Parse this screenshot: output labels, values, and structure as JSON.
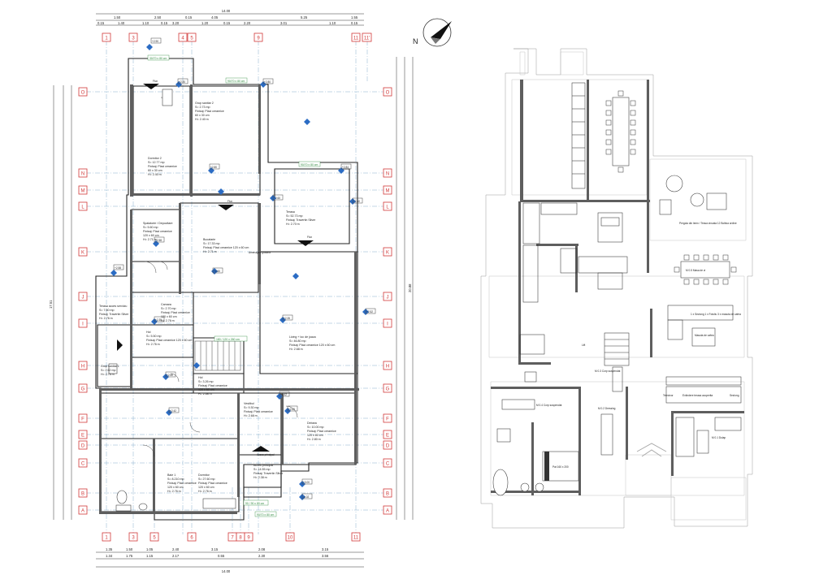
{
  "drawing": {
    "ground_plan": {
      "grid_top": [
        "1",
        "3",
        "4",
        "5",
        "9",
        "11",
        "11'"
      ],
      "grid_bottom": [
        "1",
        "3",
        "5",
        "6",
        "7",
        "8",
        "9",
        "10",
        "11"
      ],
      "grid_left": [
        "O",
        "N",
        "M",
        "L",
        "K",
        "J",
        "I",
        "H",
        "G",
        "F",
        "E",
        "D",
        "C",
        "B",
        "A"
      ],
      "grid_right": [
        "O",
        "N",
        "M",
        "L",
        "K",
        "J",
        "I",
        "H",
        "G",
        "F",
        "E",
        "D",
        "C",
        "B",
        "A"
      ],
      "top_total_dim": "14.00",
      "top_dims": [
        "1.50",
        "2.50",
        "0.15",
        "4.05",
        "5.25",
        "1.55"
      ],
      "top_dims_row2": [
        "0.15",
        "1.40",
        "1.10",
        "0.15",
        "3.20",
        "1.20",
        "0.15",
        "2.20",
        "3.01",
        "1.10",
        "0.15"
      ],
      "bottom_dims": [
        "1.35",
        "1.50",
        "1.05",
        "2.40",
        "3.15",
        "2.08",
        "3.15"
      ],
      "bottom_dims_row2": [
        "1.34",
        "1.75",
        "1.15",
        "2.17",
        "0.55",
        "2.30",
        "3.56"
      ],
      "bottom_total_dim": "14.00",
      "left_total_dim": "17.51",
      "right_total_dim": "20.88",
      "rooms": [
        {
          "name": "Grup sanitar 2",
          "lines": [
            "S= 2.73 mp",
            "Finisaj: Placi ceramice",
            "60 x 30 cm",
            "H= 2.40 m"
          ]
        },
        {
          "name": "Dormitor 2",
          "lines": [
            "S= 12.77 mp",
            "Finisaj: Placi ceramice",
            "60 x 30 cm",
            "H= 2.40 m"
          ]
        },
        {
          "name": "Terasa",
          "lines": [
            "S= 52.73 mp",
            "Finisaj: Travertin Silver",
            "H= 2.70 m"
          ]
        },
        {
          "name": "Spalatorie / Depozitare",
          "lines": [
            "S= 5.60 mp",
            "Finisaj: Placi ceramice",
            "120 x 60 cm",
            "H= 2.71 m"
          ]
        },
        {
          "name": "Bucatarie",
          "lines": [
            "S= 17.33 mp",
            "Finisaj: Placi ceramice 120 x 60 cm",
            "H= 2.71 m"
          ]
        },
        {
          "name": "Camara",
          "lines": [
            "S= 2.70 mp",
            "Finisaj: Placi ceramice",
            "120 x 60 cm",
            "H= 2.76 m"
          ]
        },
        {
          "name": "Terasa acces serviciu",
          "lines": [
            "S= 7.60 mp",
            "Finisaj: Travertin Silver",
            "H= 2.76 m"
          ]
        },
        {
          "name": "Hol",
          "lines": [
            "S= 5.50 mp",
            "Finisaj: Placi ceramice 120 x 60 cm",
            "H= 2.76 m"
          ]
        },
        {
          "name": "Grup sanitar 1",
          "lines": [
            "S= 2.62 mp",
            "H= 2.76 m"
          ]
        },
        {
          "name": "Living + loc de joaca",
          "lines": [
            "S= 46.80 mp",
            "Finisaj: Placi ceramice 120 x 60 cm",
            "H= 2.68 m"
          ]
        },
        {
          "name": "Hol",
          "lines": [
            "S= 3.26 mp",
            "Finisaj: Placi ceramice",
            "120 x 60 cm",
            "H= 2.68 m"
          ]
        },
        {
          "name": "Vestibul",
          "lines": [
            "S= 9.30 mp",
            "Finisaj: Placi ceramice",
            "H= 2.68 m"
          ]
        },
        {
          "name": "Debara",
          "lines": [
            "S= 10.00 mp",
            "Finisaj: Placi ceramice",
            "120 x 60 cm",
            "H= 2.80 m"
          ]
        },
        {
          "name": "Baie 1",
          "lines": [
            "S= 8.210 mp",
            "Finisaj: Placi ceramice",
            "120 x 60 cm",
            "H= 2.76 m"
          ]
        },
        {
          "name": "Dormitor",
          "lines": [
            "S= 27.60 mp",
            "Finisaj: Placi ceramice",
            "120 x 60 cm",
            "H= 2.76 m"
          ]
        },
        {
          "name": "Acces principal",
          "lines": [
            "S= 14.55 mp",
            "Finisaj: Travertin Silver",
            "H= 2.38 m"
          ]
        }
      ],
      "level_tags": [
        "+2.90",
        "+2.80",
        "+2.80",
        "+2.80",
        "+2.84",
        "+2.60",
        "+2.60",
        "+2.60",
        "+2.58",
        "+2.58",
        "+2.35",
        "+2.35",
        "+2.52",
        "+2.50",
        "+2.42",
        "+2.42",
        "+2.60",
        "+0.00",
        "-0.02"
      ],
      "window_tags": [
        "30/70 x 80 cm",
        "90/70 x 80 cm",
        "90/70 x 80 cm",
        "180 / 120 x 260 cm",
        "90 / 90 x 80 cm",
        "90/70 x 80 cm"
      ],
      "labels": [
        "Flux",
        "Flux",
        "Flux",
        "Acces principal",
        "Amenajare gradina"
      ]
    },
    "furnished_plan": {
      "notes": [
        "Pergola din lemn / Teava zincata 12 Boltica ordine",
        "1 x Sezlong 1 x Fotoliu 3 x masuta de cafea",
        "Masuta de cafea",
        "M 0.5 Masa de zi",
        "Extindere terasa acoperita",
        "M 0.4 Corp suspendat",
        "M 0.3 Corp suspendat",
        "Pat 160 x 200",
        "M 0.2 Dressing",
        "M 0.1 Dulap",
        "Lift",
        "Sezlong",
        "Televizor"
      ]
    }
  }
}
